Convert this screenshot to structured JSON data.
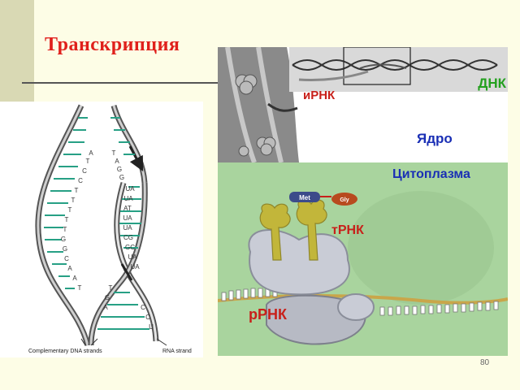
{
  "slide": {
    "title": "Транскрипция",
    "page_number": "80"
  },
  "left_figure": {
    "strand1_bases": [
      "A",
      "T",
      "C",
      "C",
      "T",
      "T",
      "T",
      "T",
      "T",
      "G",
      "G",
      "C",
      "A",
      "A",
      "T"
    ],
    "strand2_top_bases": [
      "T",
      "A",
      "G",
      "G"
    ],
    "rna_bases": [
      "UA",
      "UA",
      "AT",
      "UA",
      "UA",
      "CG",
      "GC",
      "UA",
      "UA"
    ],
    "strand2_bottom_bases": [
      "T",
      "G",
      "A",
      "C",
      "C",
      "U"
    ],
    "label_complementary": "Complementary DNA strands",
    "label_rna": "RNA strand"
  },
  "nucleus": {
    "label_dna": "ДНК",
    "label_mrna_top": "иРНК",
    "label_nucleus": "Ядро"
  },
  "cytoplasm": {
    "label_cytoplasm": "Цитоплазма",
    "label_trna": "тРНК",
    "label_rrna": "рРНК",
    "label_met": "Met",
    "label_gly": "Gly"
  },
  "colors": {
    "title": "#e0201c",
    "labels": "#1a2fb5",
    "label_red": "#c8201a",
    "label_green": "#23a01e",
    "cytoplasm_bg": "#a9d49e",
    "trna": "#c2b63a"
  }
}
